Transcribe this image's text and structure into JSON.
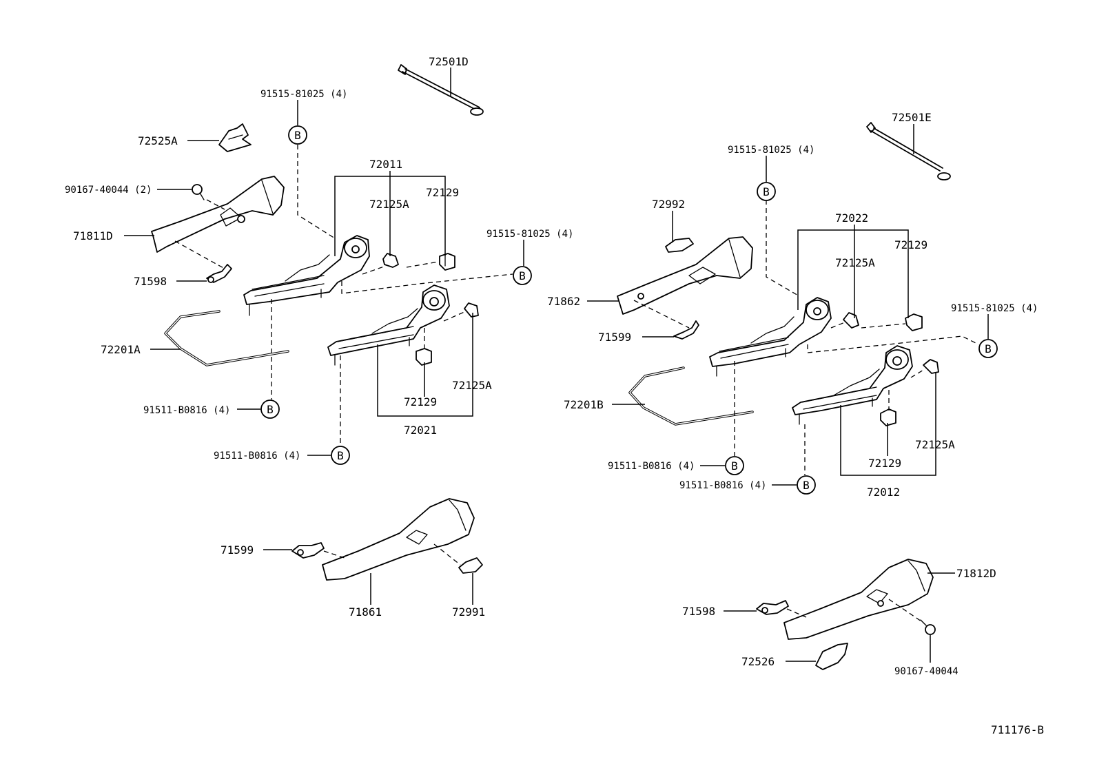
{
  "figure_number": "711176-B",
  "callout_letter": "B",
  "labels": {
    "p72501D": "72501D",
    "p91515_left_top": "91515-81025 (4)",
    "p72525A": "72525A",
    "p72011": "72011",
    "p72125A_left_upper": "72125A",
    "p72129_left_upper": "72129",
    "p90167_left": "90167-40044 (2)",
    "p71811D": "71811D",
    "p91515_left_mid": "91515-81025 (4)",
    "p71598_left": "71598",
    "p72201A": "72201A",
    "p72129_left_lower": "72129",
    "p72125A_left_lower": "72125A",
    "p91511_left_a": "91511-B0816 (4)",
    "p72021": "72021",
    "p91511_left_b": "91511-B0816 (4)",
    "p71599_left": "71599",
    "p71861": "71861",
    "p72991": "72991",
    "p72501E": "72501E",
    "p91515_right_top": "91515-81025 (4)",
    "p72992": "72992",
    "p72022": "72022",
    "p72129_right_upper": "72129",
    "p72125A_right_upper": "72125A",
    "p71862": "71862",
    "p91515_right_mid": "91515-81025 (4)",
    "p71599_right": "71599",
    "p72201B": "72201B",
    "p72129_right_lower": "72129",
    "p72125A_right_lower": "72125A",
    "p91511_right_a": "91511-B0816 (4)",
    "p72012": "72012",
    "p91511_right_b": "91511-B0816 (4)",
    "p71812D": "71812D",
    "p71598_right": "71598",
    "p72526": "72526",
    "p90167_right": "90167-40044"
  }
}
